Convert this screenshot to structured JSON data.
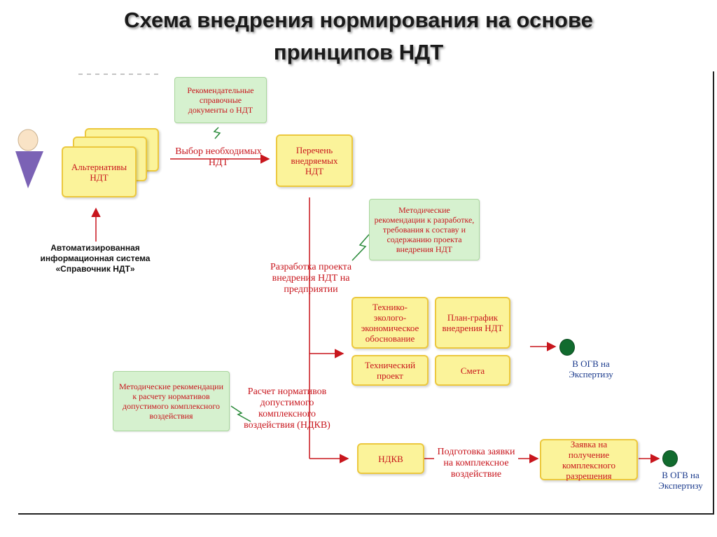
{
  "slide": {
    "title_line1": "Схема внедрения нормирования на основе",
    "title_line2": "принципов НДТ"
  },
  "diagram": {
    "alternatives": "Альтернативы НДТ",
    "recommend_docs": "Рекомендательные справочные документы о НДТ",
    "choice_label": "Выбор необходимых НДТ",
    "list_implemented": "Перечень внедряемых НДТ",
    "ais_label": "Автоматизированная информационная система «Справочник НДТ»",
    "method_rec_1": "Методические рекомендации к разработке, требования к составу и содержанию проекта внедрения НДТ",
    "project_dev": "Разработка проекта внедрения НДТ на предприятии",
    "feasibility": "Технико-эколого-экономическое обоснование",
    "schedule": "План-график внедрения НДТ",
    "tech_project": "Технический проект",
    "estimate": "Смета",
    "to_ogv_1": "В ОГВ на Экспертизу",
    "method_rec_2": "Методические рекомендации к расчету нормативов допустимого комплексного воздействия",
    "calc_ndkv": "Расчет нормативов допустимого комплексного воздействия (НДКВ)",
    "ndkv": "НДКВ",
    "prep_application": "Подготовка заявки на комплексное воздействие",
    "permit_application": "Заявка на получение комплексного разрешения",
    "to_ogv_2": "В ОГВ на Экспертизу"
  },
  "colors": {
    "box_fill": "#fbf39a",
    "box_border": "#ecc83e",
    "note_fill": "#d6f1cf",
    "text_red": "#c8161d",
    "text_blue": "#1a3a8c",
    "endpoint": "#116b2e",
    "actor_head": "#f9e3c6",
    "actor_body": "#7b62b5"
  },
  "icons": [
    "actor-icon",
    "lightning-icon",
    "endpoint-icon"
  ]
}
